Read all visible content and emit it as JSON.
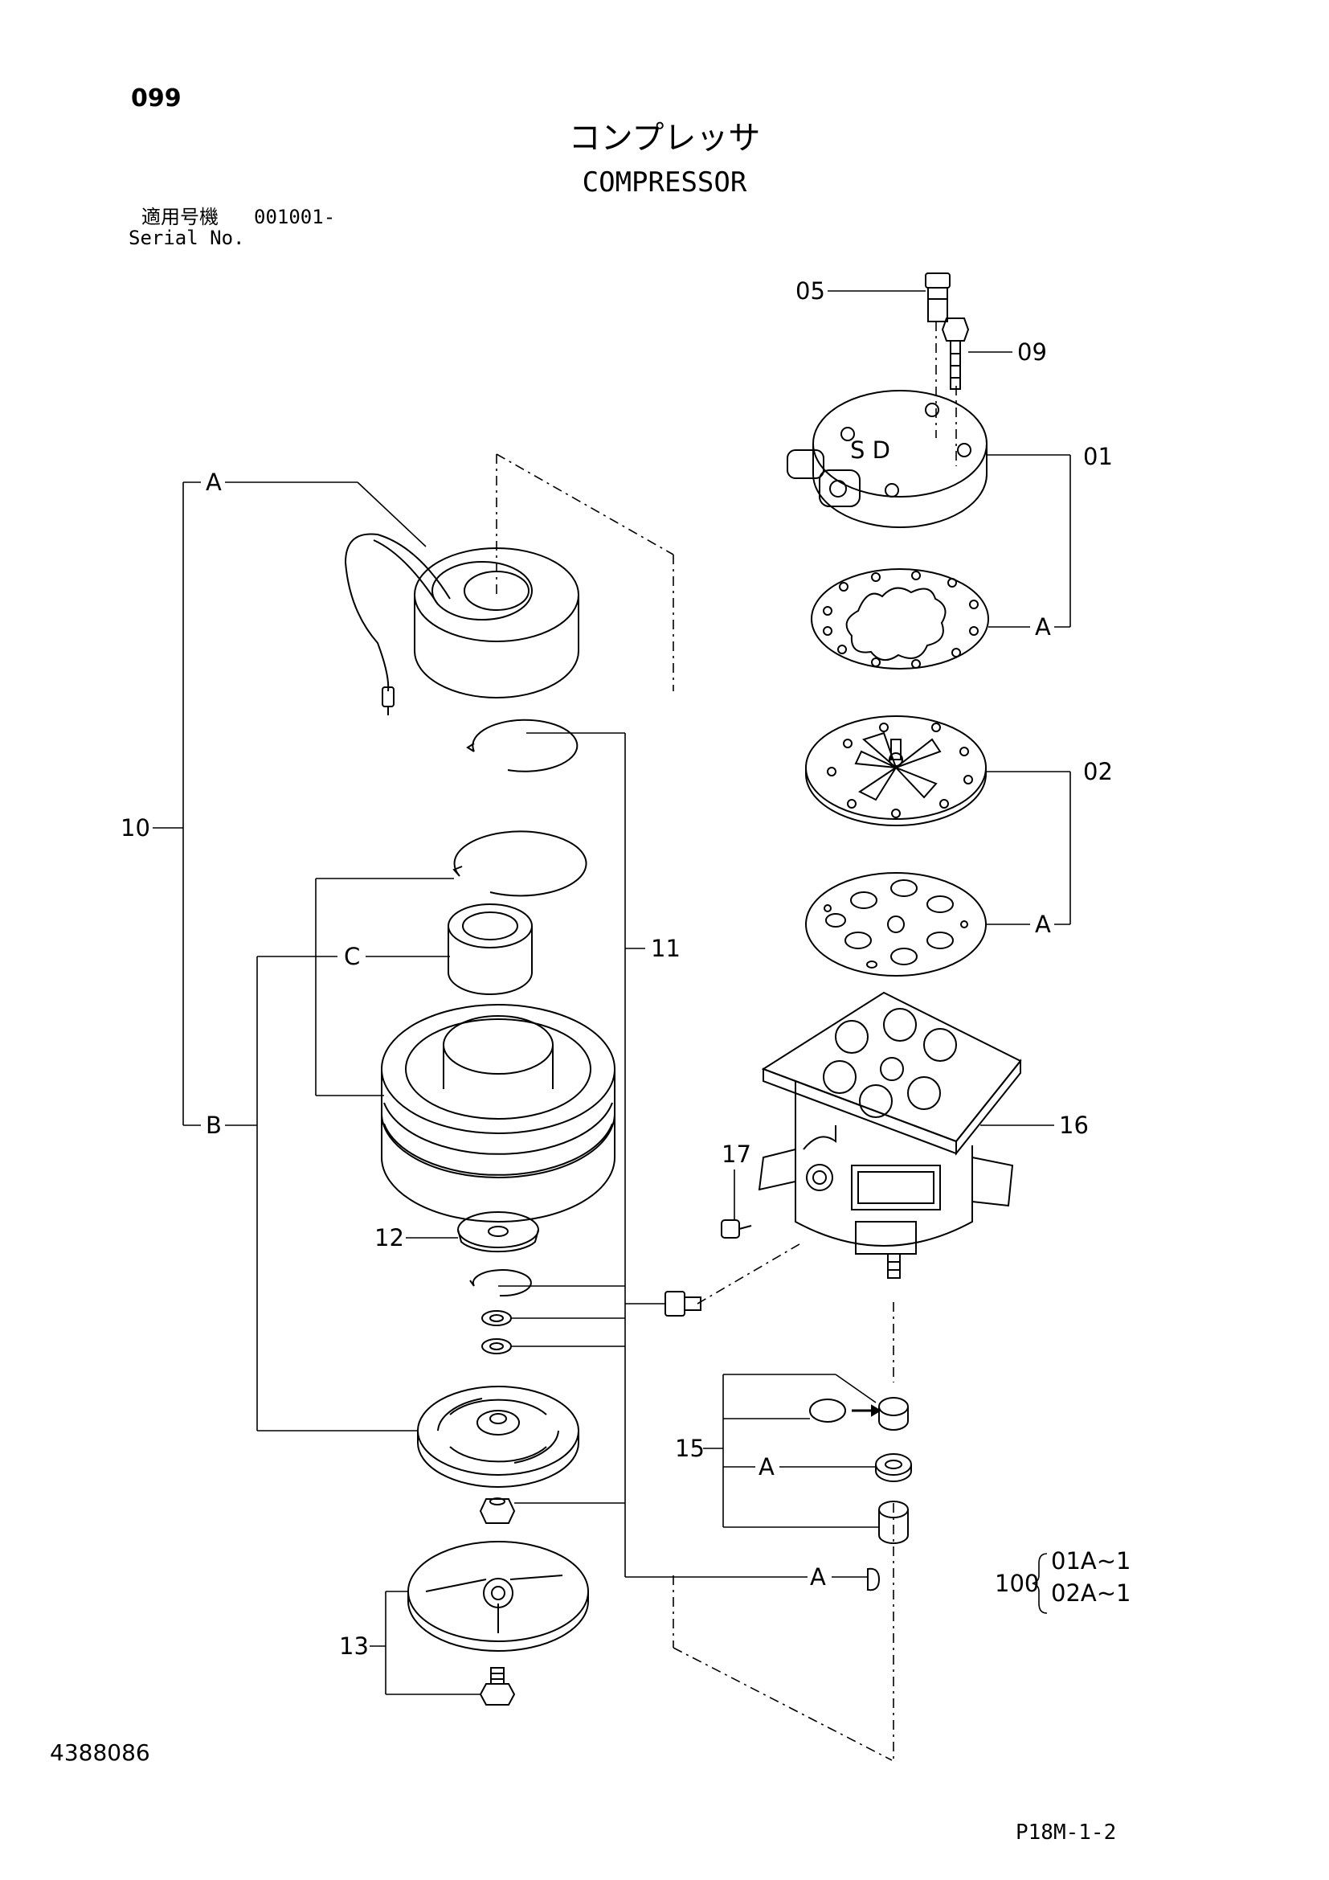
{
  "header": {
    "page_number": "099",
    "title_jp": "コンプレッサ",
    "title_en": "COMPRESSOR",
    "serial_label_jp": "適用号機",
    "serial_value": "001001-",
    "serial_label_en": "Serial No."
  },
  "callouts": {
    "c05": "05",
    "c09": "09",
    "c01": "01",
    "c01_a1": "A",
    "c02": "02",
    "c02_a": "A",
    "c10": "10",
    "c10_a": "A",
    "c10_b": "B",
    "c_c": "C",
    "c11": "11",
    "c11_a": "A",
    "c12": "12",
    "c13": "13",
    "c15": "15",
    "c15_a": "A",
    "c16": "16",
    "c17": "17",
    "c100": "100",
    "c100_opt1": "01A~1",
    "c100_opt2": "02A~1"
  },
  "footer": {
    "document_number": "4388086",
    "sheet_ref": "P18M-1-2"
  }
}
